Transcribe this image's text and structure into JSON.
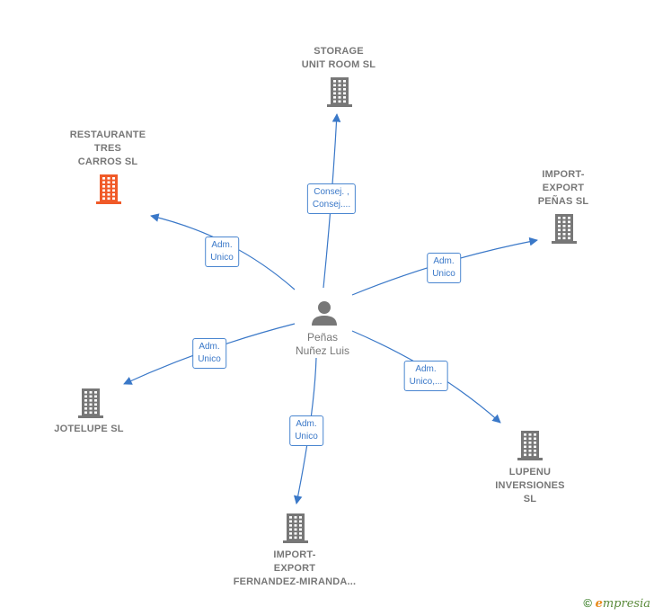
{
  "center": {
    "name": "Peñas\nNuñez Luis",
    "icon": "person-icon"
  },
  "companies": [
    {
      "id": "storage",
      "name": "STORAGE\nUNIT ROOM  SL",
      "color": "#777777"
    },
    {
      "id": "restaurante",
      "name": "RESTAURANTE\nTRES\nCARROS  SL",
      "color": "#f05a28"
    },
    {
      "id": "import-export-penas",
      "name": "IMPORT-\nEXPORT\nPEÑAS  SL",
      "color": "#777777"
    },
    {
      "id": "jotelupe",
      "name": "JOTELUPE SL",
      "color": "#777777"
    },
    {
      "id": "lupenu",
      "name": "LUPENU\nINVERSIONES\nSL",
      "color": "#777777"
    },
    {
      "id": "import-export-fernandez",
      "name": "IMPORT-\nEXPORT\nFERNANDEZ-MIRANDA...",
      "color": "#777777"
    }
  ],
  "relations": [
    {
      "to": "storage",
      "label": "Consej. ,\nConsej...."
    },
    {
      "to": "restaurante",
      "label": "Adm.\nUnico"
    },
    {
      "to": "import-export-penas",
      "label": "Adm.\nUnico"
    },
    {
      "to": "jotelupe",
      "label": "Adm.\nUnico"
    },
    {
      "to": "lupenu",
      "label": "Adm.\nUnico,..."
    },
    {
      "to": "import-export-fernandez",
      "label": "Adm.\nUnico"
    }
  ],
  "footer": {
    "copyright": "©",
    "brand_initial": "e",
    "brand_rest": "mpresia"
  },
  "colors": {
    "edge": "#3a78c8",
    "node_gray": "#777777",
    "highlight": "#f05a28"
  }
}
